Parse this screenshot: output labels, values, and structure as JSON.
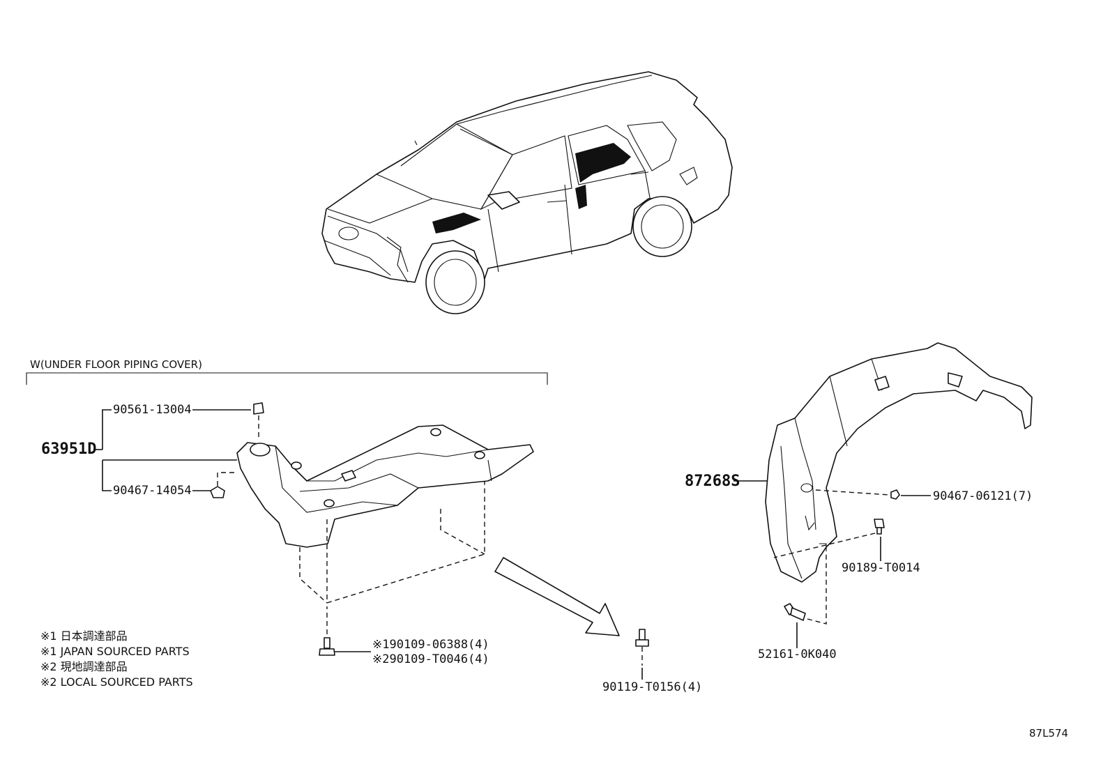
{
  "group": {
    "caption": "W(UNDER FLOOR PIPING COVER)"
  },
  "parts": {
    "cover_assembly": "63951D",
    "cover_nut": "90561-13004",
    "cover_clip": "90467-14054",
    "liner": "87268S",
    "liner_clip": "90467-06121(7)",
    "liner_screw": "90189-T0014",
    "liner_fastener": "52161-0K040",
    "bolt_japan": "※190109-06388(4)",
    "bolt_local": "※290109-T0046(4)",
    "loose_bolt": "90119-T0156(4)"
  },
  "notes": [
    "※1 日本調達部品",
    "※1 JAPAN SOURCED PARTS",
    "※2 現地調達部品",
    "※2 LOCAL SOURCED PARTS"
  ],
  "diagram_code": "87L574"
}
